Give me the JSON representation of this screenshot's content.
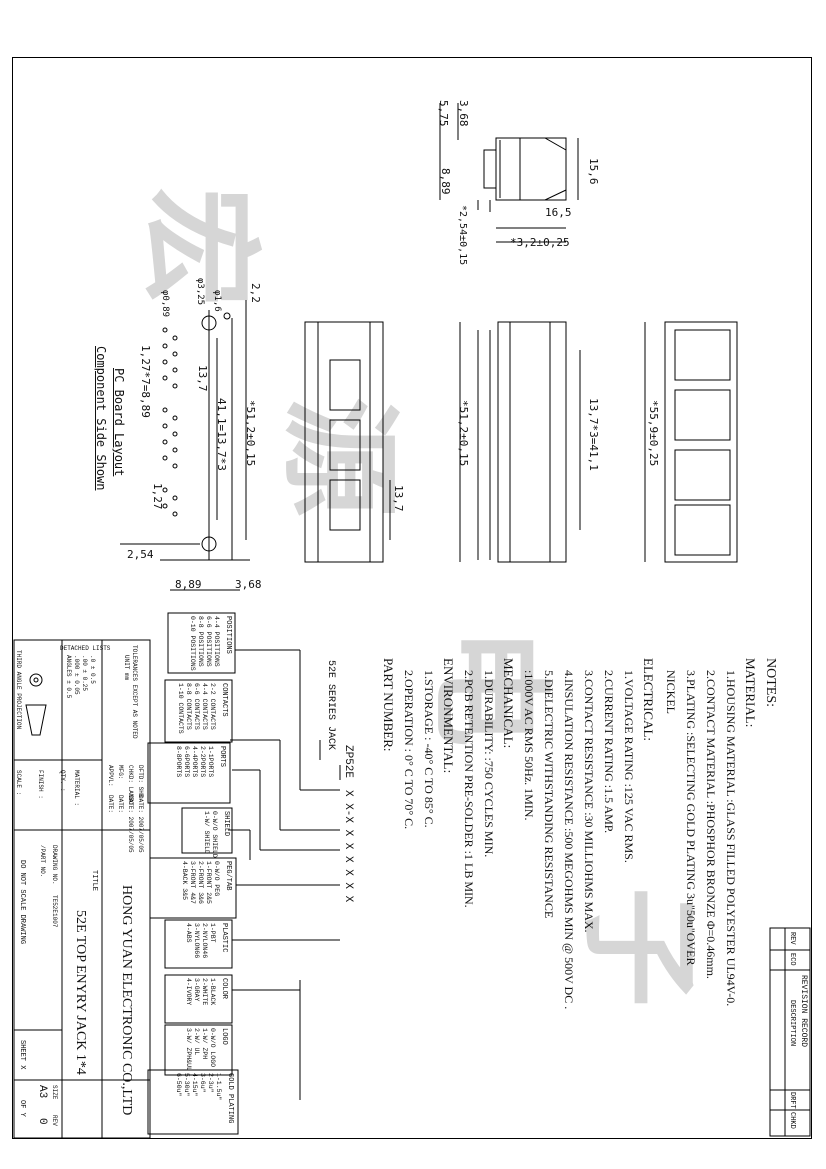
{
  "notes": {
    "title": "NOTES:",
    "material_heading": "MATERIAL:",
    "material": [
      "1.HOUSING MATERIAL   :GLASS FILLED POLYESTER UL94V-0.",
      "2.CONTACT MATERIAL   :PHOSPHOR BRONZE Φ=0.46mm.",
      "3.PLATING            :SELECTING GOLD PLATING 3u\"50u\"OVER",
      "                      NICKEL"
    ],
    "electrical_heading": "ELECTRICAL:",
    "electrical": [
      "1.VOLTAGE RATING      :125 VAC RMS.",
      "2.CURRENT RATING      :1.5 AMP.",
      "3.CONTACT RESISTANCE :30 MILLIOHMS MAX.",
      "4.INSULATION RESISTANCE :500 MEGOHMS MIN @ 500V DC .",
      "5.DIELECTRIC WITHSTANDING RESISTANCE",
      "                      :1000V AC RMS 50Hz. 1MIN."
    ],
    "mechanical_heading": "MECHANICAL:",
    "mechanical": [
      "1.DURABILITY:          :750 CYCLES MIN.",
      "2.PCB RETENTION PRE-SOLDER  :1 LB MIN."
    ],
    "environmental_heading": "ENVIRONMENTAL:",
    "environmental": [
      "1.STORAGE           :  -40° C TO 85° C.",
      "2.OPERATION         :  0° C TO 70° C."
    ],
    "part_number_heading": "PART NUMBER:"
  },
  "part_number": {
    "series_label": "52E SERIES JACK",
    "prefix": "ZP52E",
    "code": "X   X-X   X   X   X   X   X   X",
    "groups": [
      {
        "title": "POSITIONS",
        "items": [
          "4-4 POSITIONS",
          "6-6 POSITIONS",
          "8-8 POSITIONS",
          "0-10 POSITIONS"
        ]
      },
      {
        "title": "CONTACTS",
        "items": [
          "2-2 CONTACTS",
          "4-4 CONTACTS",
          "6-6 CONTACTS",
          "8-8 CONTACTS",
          "1-10 CONTACTS"
        ]
      },
      {
        "title": "PORTS",
        "items": [
          "1-1PORTS",
          "2-2PORTS",
          "4-4PORTS",
          "6-6PORTS",
          "8-8PORTS"
        ]
      },
      {
        "title": "SHIELD",
        "items": [
          "0-W/O SHIELD",
          "1-W/ SHIELD"
        ]
      },
      {
        "title": "PEG/TAB",
        "items": [
          "0-W/O PEG",
          "1-FRONT 2&5",
          "2-FRONT 3&6",
          "3-FRONT 4&7",
          "4-BACK 3&5"
        ]
      },
      {
        "title": "PLASTIC",
        "items": [
          "1-PBT",
          "2-NYLON46",
          "3-NYLON66",
          "4-ABS"
        ]
      },
      {
        "title": "COLOR",
        "items": [
          "1-BLACK",
          "2-WHITE",
          "3-GRAY",
          "4-IVORY"
        ]
      },
      {
        "title": "LOGO",
        "items": [
          "0-W/O LOGO",
          "1-W/ ZPH",
          "2-W/ UL",
          "3-W/ ZPH&UL"
        ]
      },
      {
        "title": "GOLD PLATING",
        "items": [
          "1-1.5u\"",
          "2-3u\"",
          "3-6u\"",
          "4-15u\"",
          "5-30u\"",
          "6-50u\""
        ]
      }
    ]
  },
  "dims": {
    "side_top": [
      "5,75",
      "3,68"
    ],
    "side_left": "8,89",
    "side_height": "15,6",
    "side_width": "16,5",
    "side_pitch": "*2,54±0,15",
    "side_offset": "*3,2±0,25",
    "pcb_d1": "φ1,6",
    "pcb_d2": "φ3,25",
    "pcb_d3": "φ0,89",
    "pcb_22": "2,2",
    "pcb_137": "13,7",
    "pcb_411": "41,1=13,7*3",
    "pcb_512": "*51,2±0,15",
    "pcb_127x7": "1,27*7=8,89",
    "pcb_127": "1,27",
    "pcb_254": "2,54",
    "pcb_889": "8,89",
    "pcb_368": "3,68",
    "front_137": "13,7",
    "top_512": "*51,2±0,15",
    "top_411": "13,7*3=41,1",
    "rear_559": "*55,9±0,25"
  },
  "pcb_caption": [
    "PC Board Layout",
    "Component Side Shown"
  ],
  "revision": {
    "title": "REVISION RECORD",
    "headers": [
      "REV",
      "ECO",
      "DESCRIPTION",
      "DRFT",
      "CHKD"
    ]
  },
  "title_block": {
    "detached_lists": "DETACHED LISTS",
    "tolerances": "TOLERANCES EXCEPT AS NOTED",
    "unit": "UNIT mm",
    "tol_rows": [
      ".0 ± 0.5",
      ".00 ± 0.25",
      ".000 ± 0.05",
      "ANGLES ± 0.5"
    ],
    "projection": "THIRD ANGLE PROJECTION",
    "dftd": "DFTD: SHB",
    "dftd_date": "DATE: 2007/05/05",
    "chkd": "CHKD: LANBO",
    "chkd_date": "DATE: 2007/05/05",
    "mfg": "MFG:",
    "mfg_date": "DATE:",
    "appvl": "APPVL:",
    "appvl_date": "DATE:",
    "material": "MATERIAL :",
    "qty": "QTY. :",
    "finish": "FINISH :",
    "scale": "SCALE :",
    "title_label": "TITLE",
    "company": "HONG YUAN ELECTRONIC CO.,LTD",
    "part_title": "52E TOP ENYRY JACK 1*4",
    "drawing_no_label": "DRAWING NO.",
    "drawing_no": "TE52E1007",
    "part_no_label": "/PART NO.",
    "size_label": "SIZE",
    "size": "A3",
    "rev_label": "REV",
    "rev": "0",
    "do_not_scale": "DO NOT SCALE DRAWING",
    "sheet": "SHEET X",
    "of": "OF Y"
  },
  "watermark": [
    "宏",
    "源",
    "电",
    "子"
  ]
}
